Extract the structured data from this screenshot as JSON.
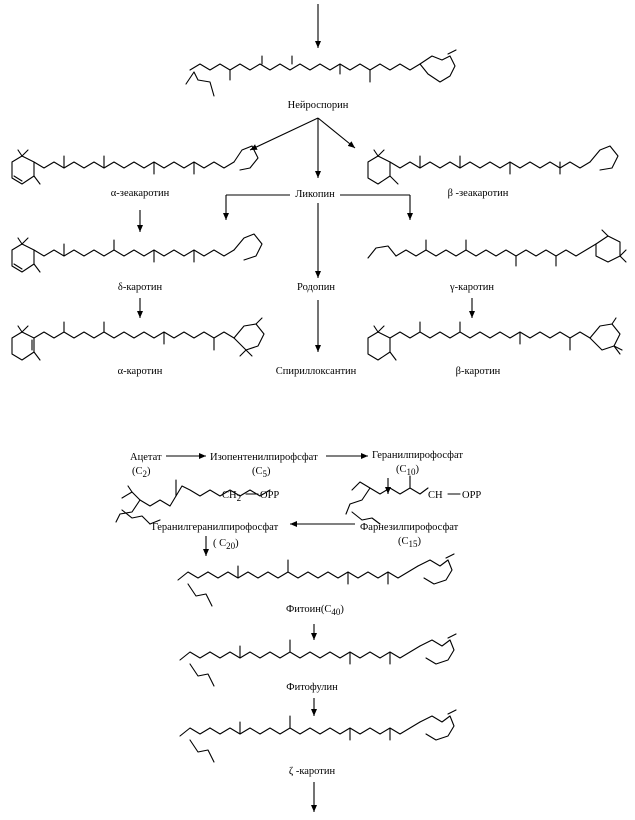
{
  "upper": {
    "neurosporene": "Нейроспорин",
    "alpha_zeacarotene": "α-зеакаротин",
    "beta_zeacarotene": "β -зеакаротин",
    "lycopene": "Ликопин",
    "delta_carotene": "δ-каротин",
    "gamma_carotene": "γ-каротин",
    "rhodopin": "Родопин",
    "alpha_carotene": "α-каротин",
    "spirilloxanthin": "Спириллоксантин",
    "beta_carotene": "β-каротин"
  },
  "lower": {
    "acetate": "Ацетат",
    "acetate_c": "(C",
    "acetate_n": "2",
    "ipp": "Изопентенилпирофсфат",
    "ipp_c": "(C",
    "ipp_n": "5",
    "gpp": "Геранилпирофосфат",
    "gpp_c": "(C",
    "gpp_n": "10",
    "ch2": "CH",
    "ch2_sub": "2",
    "opp": "OPP",
    "ggpp": "Геранилгеранилпирофосфат",
    "ggpp_c": "( C",
    "ggpp_n": "20",
    "fpp": "Фарнезилпирофосфат",
    "fpp_c": "(C",
    "fpp_n": "15",
    "phytoene": "Фитоин(C",
    "phytoene_n": "40",
    "phytofluene": "Фитофулин",
    "zeta_carotene": "ζ -каротин"
  }
}
